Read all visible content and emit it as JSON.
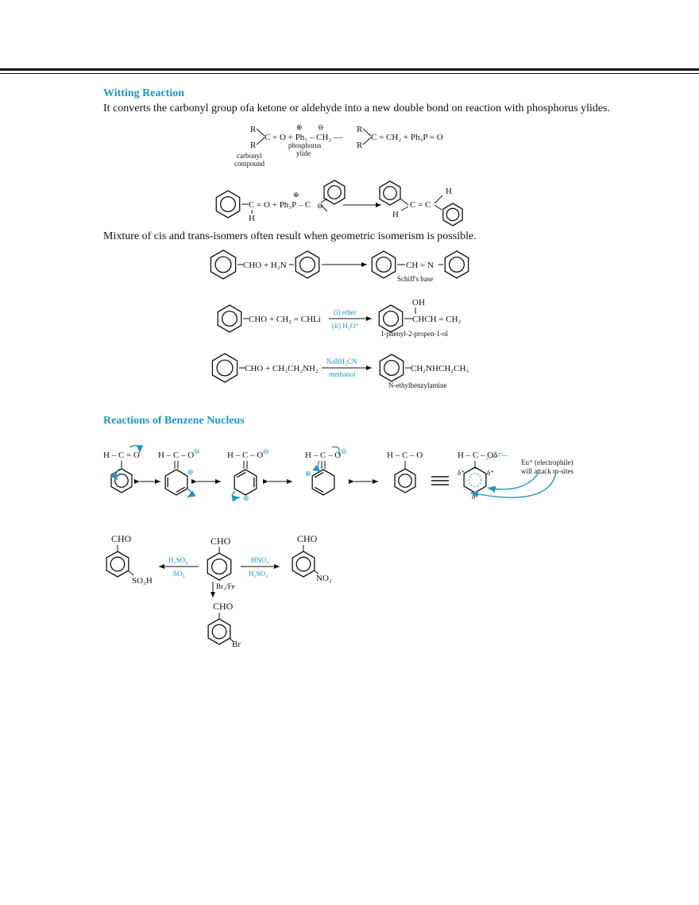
{
  "witting": {
    "heading": "Witting Reaction",
    "intro": "It converts the carbonyl group ofa ketone or aldehyde into a new double bond on reaction with phosphorus ylides.",
    "general": {
      "reactant": "C = O + Ph₃ – CH₂ —",
      "label_carbonyl_1": "carbonyl",
      "label_carbonyl_2": "compound",
      "label_ylide_1": "phosphorus",
      "label_ylide_2": "ylide",
      "product": "C = CH₂ + Ph₃P = O",
      "r_group": "R",
      "plus_sign": "⊕",
      "minus_sign": "⊖"
    },
    "example": {
      "reactant": "C = O + Ph₃P – C",
      "h_label": "H",
      "product": "C = C"
    },
    "cis_trans_note": "Mixture of cis and trans-isomers often result when geometric isomerism is possible."
  },
  "schiff": {
    "reactant": "CHO + H₂N",
    "product": "CH = N",
    "label": "Schiff's base"
  },
  "grignard": {
    "reactant": "CHO + CH₂ = CHLi",
    "reagent_top": "(i) ether",
    "reagent_bottom": "(ii) H₃O⁺",
    "oh": "OH",
    "product": "CHCH = CH₂",
    "label": "1-phenyl-2-propen-1-ol"
  },
  "reductive": {
    "reactant": "CHO + CH₃CH₂NH₂",
    "reagent_top": "NaBH₃CN",
    "reagent_bottom": "methanol",
    "product": "CH₂NHCH₂CH₃",
    "label": "N-ethylbenzylamine"
  },
  "benzene": {
    "heading": "Reactions of Benzene Nucleus",
    "resonance": {
      "s1": "H – C = O",
      "s2": "H – C – O",
      "s3": "H – C – O",
      "s4": "H – C – O",
      "s5": "H – C – O",
      "s6": "H – C – Oδ⁻",
      "minus_sign": "⊖",
      "plus_sign": "⊕",
      "delta_plus": "δ⁺",
      "electrophile_1": "Eu⁺ (electrophile)",
      "electrophile_2": "will attack m-sites"
    },
    "substitution": {
      "cho": "CHO",
      "sulfonation_top": "H₂SO₄",
      "sulfonation_bottom": "SO₃",
      "so3h": "SO₃H",
      "nitration_top": "HNO₃",
      "nitration_bottom": "H₂SO₄",
      "no2": "NO₂",
      "bromination": "Br₂/Fe",
      "br": "Br"
    }
  },
  "colors": {
    "accent": "#1b97c4",
    "text": "#111111"
  }
}
